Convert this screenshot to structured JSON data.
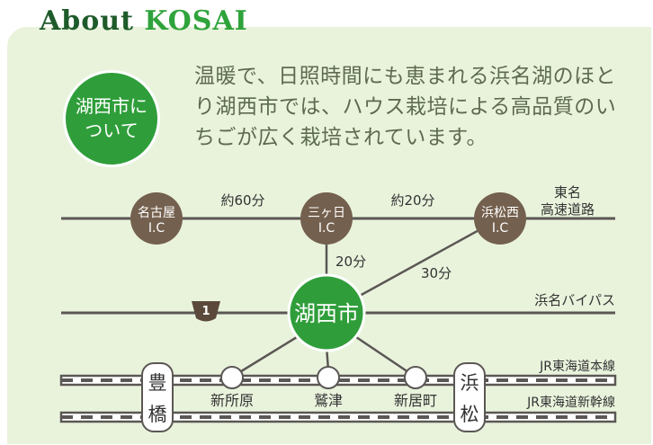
{
  "header": {
    "title_part1": "About ",
    "title_part2": "KOSAI"
  },
  "badge": {
    "label": "湖西市について"
  },
  "intro": {
    "text": "温暖で、日照時間にも恵まれる浜名湖のほとり湖西市では、ハウス栽培による高品質のいちごが広く栽培されています。"
  },
  "map": {
    "interchanges": [
      {
        "line1": "名古屋",
        "line2": "I.C"
      },
      {
        "line1": "三ヶ日",
        "line2": "I.C"
      },
      {
        "line1": "浜松西",
        "line2": "I.C"
      }
    ],
    "times": {
      "nagoya_mikkabi": "約60分",
      "mikkabi_hamamatsu": "約20分",
      "mikkabi_kosai": "20分",
      "hamamatsu_kosai": "30分"
    },
    "routes": {
      "tomei": [
        "東名",
        "高速道路"
      ],
      "bypass": "浜名バイパス",
      "jr_main": "JR東海道本線",
      "jr_shinkansen": "JR東海道新幹線"
    },
    "route_marker": "1",
    "center": "湖西市",
    "stations": [
      "新所原",
      "鷲津",
      "新居町"
    ],
    "terminals": [
      [
        "豊",
        "橋"
      ],
      [
        "浜",
        "松"
      ]
    ]
  },
  "colors": {
    "title_dark": "#1e5b2a",
    "title_green": "#2fa33b",
    "panel": "#e9f3dc",
    "badge_green": "#2f9e3a",
    "node_brown": "#74604e",
    "line_gray": "#5b5754"
  }
}
